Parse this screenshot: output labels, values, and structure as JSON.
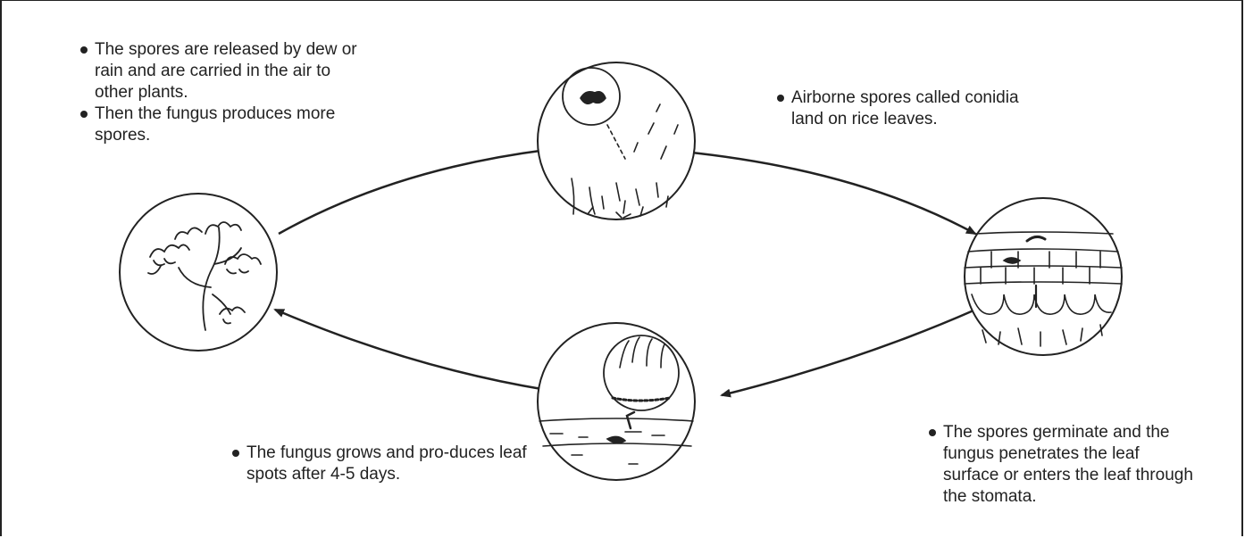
{
  "stages": [
    {
      "id": "release",
      "bullets": [
        "The spores are released by dew or rain and are carried in the air to other plants.",
        "Then the fungus produces more spores."
      ]
    },
    {
      "id": "landing",
      "bullets": [
        "Airborne spores called conidia land on rice leaves."
      ]
    },
    {
      "id": "germination",
      "bullets": [
        "The spores germinate and the fungus penetrates the leaf surface or enters the leaf through the stomata."
      ]
    },
    {
      "id": "growth",
      "bullets": [
        "The fungus grows and pro-duces leaf spots after 4-5 days."
      ]
    }
  ],
  "illustrations": [
    {
      "name": "sporulating-fungus-circle",
      "depicts": "fungus producing spores"
    },
    {
      "name": "airborne-spores-circle",
      "depicts": "conidia landing on leaves"
    },
    {
      "name": "leaf-cross-section-circle",
      "depicts": "fungus penetrating leaf tissue"
    },
    {
      "name": "leaf-spot-circle",
      "depicts": "leaf spot lesion"
    }
  ],
  "colors": {
    "ink": "#222222",
    "background": "#ffffff"
  }
}
